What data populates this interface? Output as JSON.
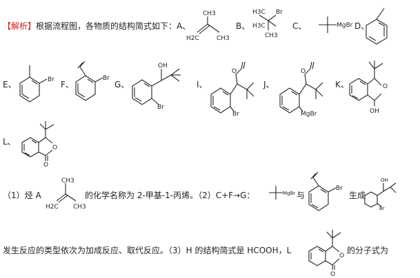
{
  "header": {
    "bracket_open": "【",
    "bracket_word": "解析",
    "bracket_close": "】",
    "intro": "根据流程图，各物质的结构简式如下："
  },
  "labels": {
    "a": "A、",
    "b": "B、",
    "c": "C、",
    "d": "D、",
    "e": "E、",
    "f": "F、",
    "g": "G、",
    "i": "I、",
    "j": "J、",
    "k": "K、",
    "l": "L、"
  },
  "atoms": {
    "ch3": "CH3",
    "h3c": "H3C",
    "h2c": "H2C",
    "br": "Br",
    "mgbr": "MgBr",
    "oh": "OH",
    "o": "O"
  },
  "answer": {
    "line1_a": "（1）烃 A",
    "line1_b": "的化学名称为 2-甲基-1-丙烯。（2）C+F→G：",
    "line1_c": "与",
    "line1_d": "生成",
    "line2": "发生反应的类型依次为加成反应、取代反应。（3）H 的结构简式是 HCOOH，L",
    "line2_end": "的分子式为"
  }
}
